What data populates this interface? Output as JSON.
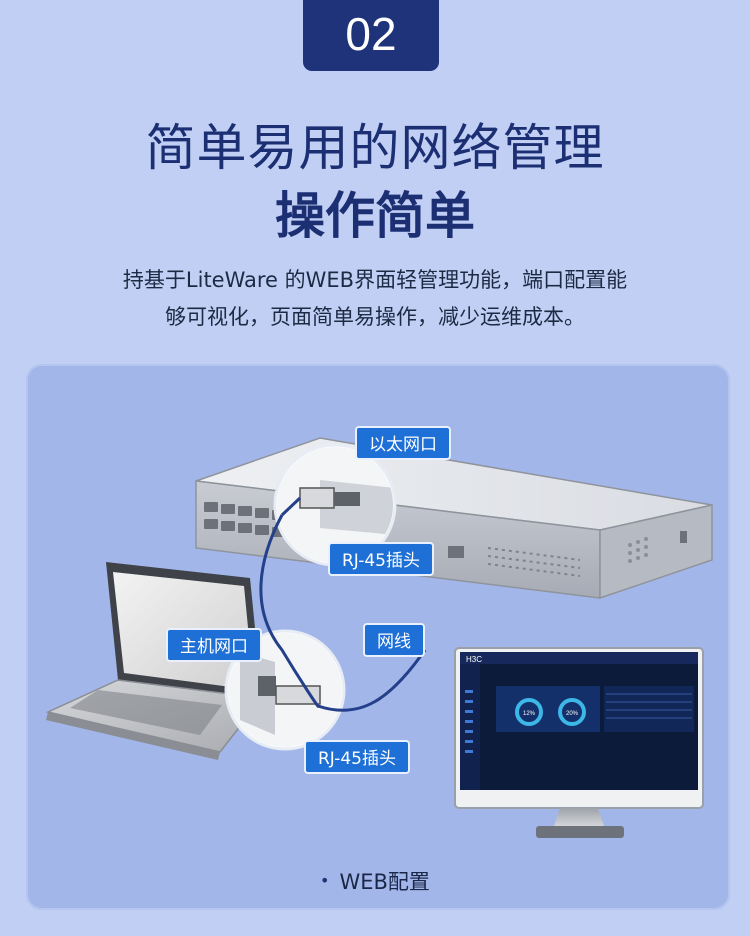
{
  "badge": {
    "number": "02"
  },
  "heading": {
    "line1": "简单易用的网络管理",
    "line2": "操作简单"
  },
  "description": {
    "line1": "持基于LiteWare 的WEB界面轻管理功能，端口配置能",
    "line2": "够可视化，页面简单易操作，减少运维成本。"
  },
  "labels": {
    "ethernet_port": "以太网口",
    "rj45_top": "RJ-45插头",
    "host_port": "主机网口",
    "cable": "网线",
    "rj45_bottom": "RJ-45插头"
  },
  "monitor": {
    "brand": "H3C",
    "gauge_left": "12%",
    "gauge_right": "20%"
  },
  "caption": {
    "bullet": "•",
    "text": "WEB配置"
  },
  "colors": {
    "background": "#c1cff4",
    "panel": "#a2b6e9",
    "brand_navy": "#1e3379",
    "callout_blue": "#1e6fd6"
  }
}
